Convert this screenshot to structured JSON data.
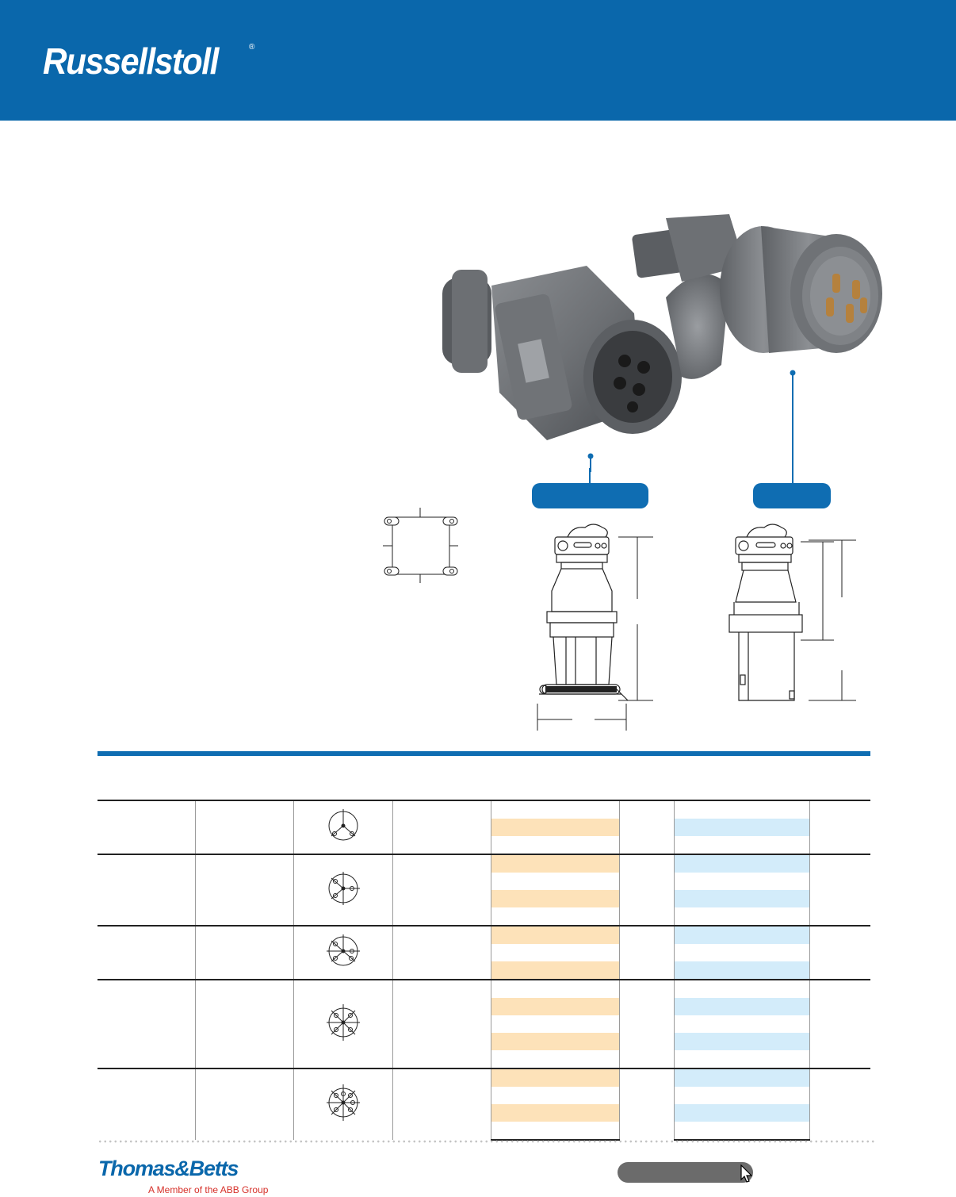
{
  "header": {
    "brand": "Russellstoll",
    "registered_mark": "®",
    "background_color": "#0a67ab"
  },
  "footer": {
    "logo": "Thomas&Betts",
    "tagline": "A Member of the ABB Group"
  },
  "colors": {
    "accent": "#0f6db2",
    "orange_row": "#fde2b9",
    "blue_row": "#d3ecfa"
  },
  "table_groups": [
    {
      "rows": 3,
      "icon": "pin-config-3-icon"
    },
    {
      "rows": 4,
      "icon": "pin-config-4-icon"
    },
    {
      "rows": 3,
      "icon": "pin-config-5-icon"
    },
    {
      "rows": 5,
      "icon": "pin-config-6-icon"
    },
    {
      "rows": 4,
      "icon": "pin-config-7-icon"
    }
  ]
}
